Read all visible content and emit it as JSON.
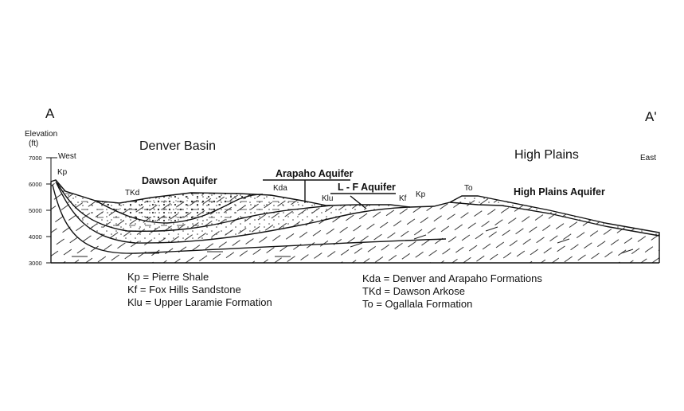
{
  "section": {
    "left_label": "A",
    "right_label": "A'",
    "elevation_label": [
      "Elevation",
      "(ft)"
    ],
    "west": "West",
    "east": "East",
    "elevation_ticks": [
      "7000",
      "6000",
      "5000",
      "4000",
      "3000"
    ]
  },
  "regions": {
    "denver_basin": "Denver Basin",
    "high_plains": "High Plains"
  },
  "aquifers": {
    "dawson": "Dawson Aquifer",
    "arapaho": "Arapaho Aquifer",
    "lf": "L - F Aquifer",
    "high_plains": "High Plains Aquifer"
  },
  "unit_labels": {
    "kp_west": "Kp",
    "tkd": "TKd",
    "kda": "Kda",
    "klu": "Klu",
    "kf": "Kf",
    "kp_east": "Kp",
    "to": "To"
  },
  "legend": {
    "left": [
      "Kp = Pierre Shale",
      "Kf = Fox Hills Sandstone",
      "Klu = Upper Laramie Formation"
    ],
    "right": [
      "Kda = Denver and Arapaho Formations",
      "TKd = Dawson Arkose",
      "To = Ogallala Formation"
    ]
  }
}
